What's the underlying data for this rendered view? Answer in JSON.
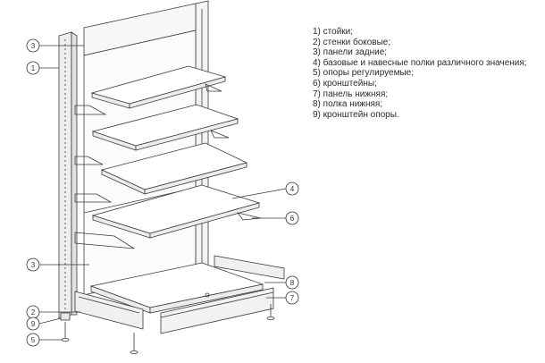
{
  "legend": [
    "1) стойки;",
    "2) стенки боковые;",
    "3) панели задние;",
    "4) базовые и навесные полки различного значения;",
    "5) опоры регулируемые;",
    "6) кронштейны;",
    "7) панель нижняя;",
    "8) полка нижняя;",
    "9) кронштейн опоры."
  ],
  "callouts": {
    "back_panel_top": "3",
    "upright": "1",
    "back_panel_bottom": "3",
    "side_wall": "2",
    "support_bracket": "9",
    "adjustable_foot": "5",
    "shelf": "4",
    "bracket": "6",
    "bottom_shelf": "8",
    "bottom_panel": "7"
  },
  "colors": {
    "line": "#3a3a3a",
    "panel": "#f6f6f6",
    "shelf_top": "#ffffff",
    "shelf_front": "#ececec"
  }
}
